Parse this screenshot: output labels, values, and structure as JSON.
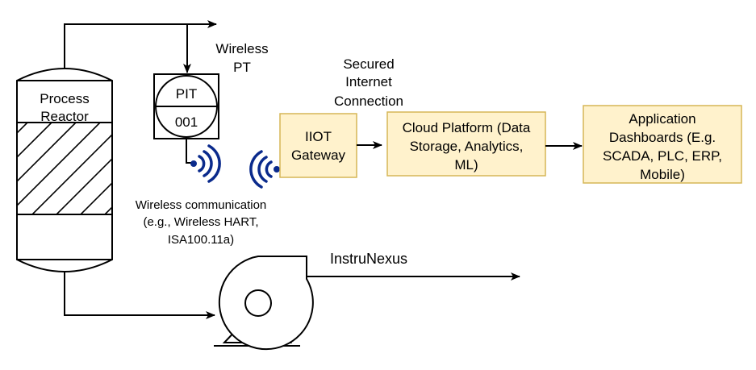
{
  "colors": {
    "line": "#000000",
    "box_fill": "#fff2cc",
    "box_stroke": "#d6b656",
    "wireless": "#0a2a8c"
  },
  "reactor": {
    "line1": "Process",
    "line2": "Reactor"
  },
  "pit": {
    "tag": "PIT",
    "number": "001"
  },
  "wireless_pt": {
    "line1": "Wireless",
    "line2": "PT"
  },
  "secured_connection": {
    "line1": "Secured",
    "line2": "Internet",
    "line3": "Connection"
  },
  "gateway": {
    "line1": "IIOT",
    "line2": "Gateway"
  },
  "cloud": {
    "line1": "Cloud Platform (Data",
    "line2": "Storage, Analytics,",
    "line3": "ML)"
  },
  "dashboards": {
    "line1": "Application",
    "line2": "Dashboards (E.g.",
    "line3": "SCADA, PLC, ERP,",
    "line4": "Mobile)"
  },
  "wireless_comm": {
    "line1": "Wireless communication",
    "line2": "(e.g., Wireless HART,",
    "line3": "ISA100.11a)"
  },
  "brand": "InstruNexus",
  "icons": {
    "transmit": "wireless-signal-icon",
    "receive": "wireless-signal-icon",
    "pump": "centrifugal-pump-icon"
  }
}
